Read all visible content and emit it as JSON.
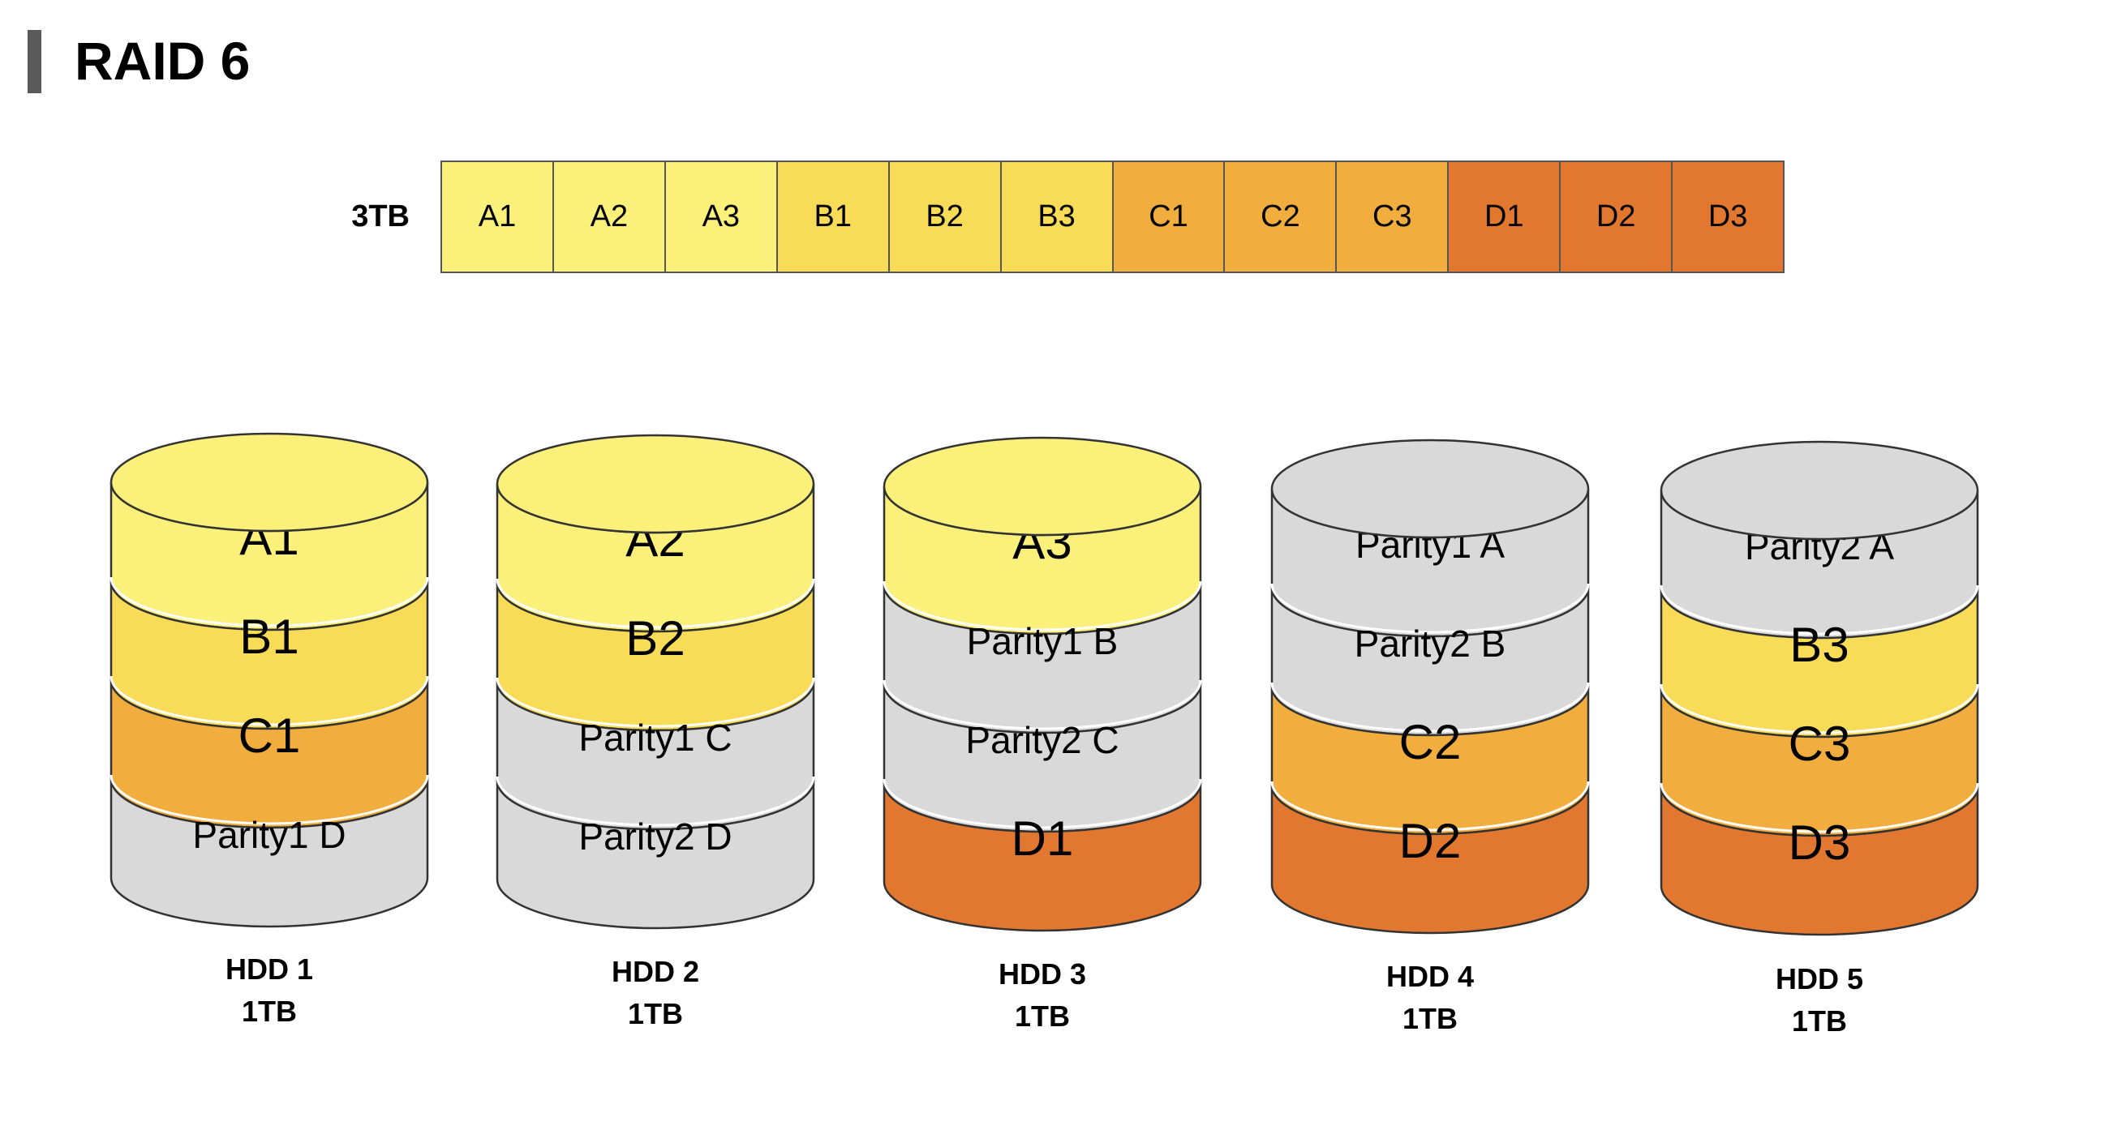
{
  "title": "RAID 6",
  "colors": {
    "A": "#fbf07a",
    "B": "#f8db57",
    "C": "#f1ae3e",
    "D": "#e2782f",
    "parity": "#d9d9d9"
  },
  "capacity_strip": {
    "label": "3TB",
    "cells": [
      {
        "label": "A1",
        "group": "A"
      },
      {
        "label": "A2",
        "group": "A"
      },
      {
        "label": "A3",
        "group": "A"
      },
      {
        "label": "B1",
        "group": "B"
      },
      {
        "label": "B2",
        "group": "B"
      },
      {
        "label": "B3",
        "group": "B"
      },
      {
        "label": "C1",
        "group": "C"
      },
      {
        "label": "C2",
        "group": "C"
      },
      {
        "label": "C3",
        "group": "C"
      },
      {
        "label": "D1",
        "group": "D"
      },
      {
        "label": "D2",
        "group": "D"
      },
      {
        "label": "D3",
        "group": "D"
      }
    ]
  },
  "disks": [
    {
      "name": "HDD 1",
      "size": "1TB",
      "top": "A",
      "blocks": [
        {
          "label": "A1",
          "group": "A"
        },
        {
          "label": "B1",
          "group": "B"
        },
        {
          "label": "C1",
          "group": "C"
        },
        {
          "label": "Parity1 D",
          "group": "parity"
        }
      ]
    },
    {
      "name": "HDD 2",
      "size": "1TB",
      "top": "A",
      "blocks": [
        {
          "label": "A2",
          "group": "A"
        },
        {
          "label": "B2",
          "group": "B"
        },
        {
          "label": "Parity1 C",
          "group": "parity"
        },
        {
          "label": "Parity2 D",
          "group": "parity"
        }
      ]
    },
    {
      "name": "HDD 3",
      "size": "1TB",
      "top": "A",
      "blocks": [
        {
          "label": "A3",
          "group": "A"
        },
        {
          "label": "Parity1 B",
          "group": "parity"
        },
        {
          "label": "Parity2 C",
          "group": "parity"
        },
        {
          "label": "D1",
          "group": "D"
        }
      ]
    },
    {
      "name": "HDD 4",
      "size": "1TB",
      "top": "parity",
      "blocks": [
        {
          "label": "Parity1 A",
          "group": "parity"
        },
        {
          "label": "Parity2 B",
          "group": "parity"
        },
        {
          "label": "C2",
          "group": "C"
        },
        {
          "label": "D2",
          "group": "D"
        }
      ]
    },
    {
      "name": "HDD 5",
      "size": "1TB",
      "top": "parity",
      "blocks": [
        {
          "label": "Parity2 A",
          "group": "parity"
        },
        {
          "label": "B3",
          "group": "B"
        },
        {
          "label": "C3",
          "group": "C"
        },
        {
          "label": "D3",
          "group": "D"
        }
      ]
    }
  ]
}
